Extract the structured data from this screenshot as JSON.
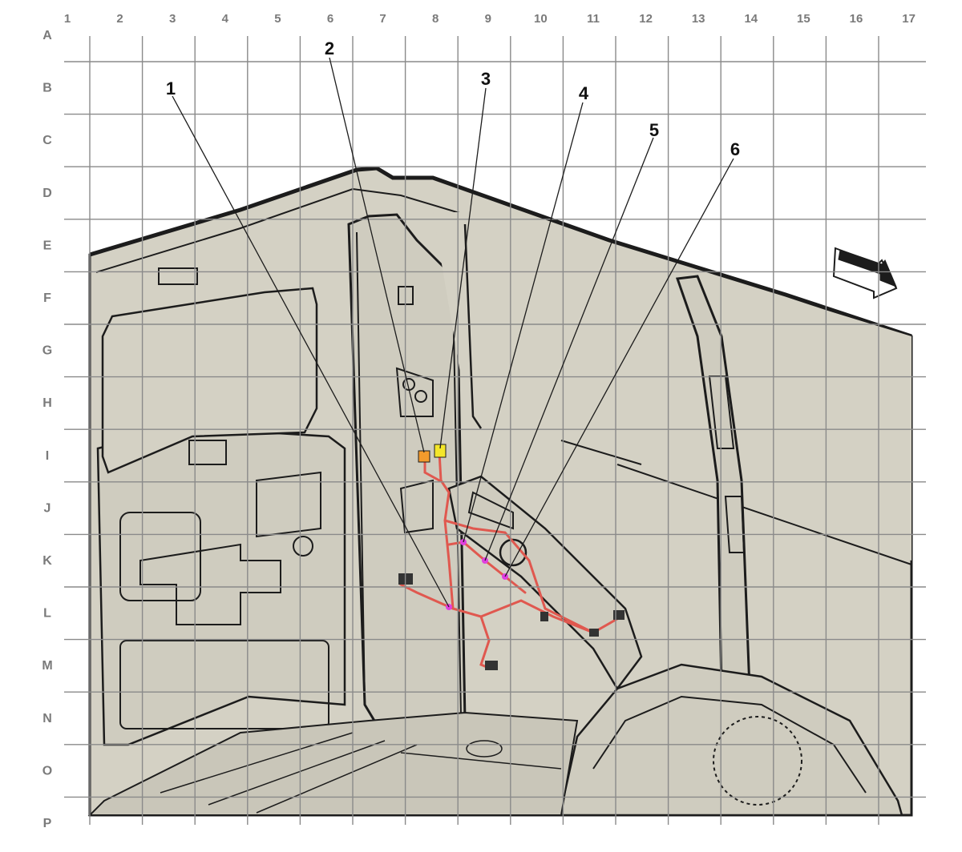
{
  "grid": {
    "columns": [
      "1",
      "2",
      "3",
      "4",
      "5",
      "6",
      "7",
      "8",
      "9",
      "10",
      "11",
      "12",
      "13",
      "14",
      "15",
      "16",
      "17"
    ],
    "rows": [
      "A",
      "B",
      "C",
      "D",
      "E",
      "F",
      "G",
      "H",
      "I",
      "J",
      "K",
      "L",
      "M",
      "N",
      "O",
      "P"
    ]
  },
  "callouts": [
    {
      "label": "1"
    },
    {
      "label": "2"
    },
    {
      "label": "3"
    },
    {
      "label": "4"
    },
    {
      "label": "5"
    },
    {
      "label": "6"
    }
  ],
  "colors": {
    "background": "#ffffff",
    "body_fill": "#d4d1c4",
    "outline": "#1c1c1c",
    "grid_line": "#8a8a8a",
    "harness": "#e0584f",
    "connector_orange": "#f39a2c",
    "connector_yellow": "#f4e62a",
    "splice_magenta": "#e040e0"
  },
  "icons": {
    "view_direction": "forward-arrow-icon"
  }
}
